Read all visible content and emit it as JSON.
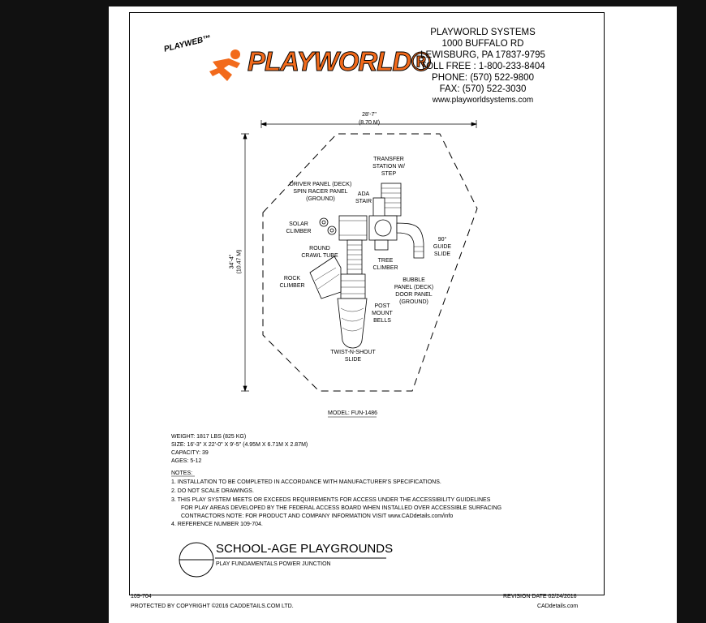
{
  "brand": {
    "tag": "PLAYWEB™",
    "logo_text": "PLAYWORLD®",
    "colors": {
      "logo": "#f26a1b",
      "ink": "#000000",
      "paper": "#ffffff",
      "background": "#111111"
    }
  },
  "company": {
    "name": "PLAYWORLD SYSTEMS",
    "street": "1000 BUFFALO RD",
    "city": "LEWISBURG, PA 17837-9795",
    "toll_free": "TOLL FREE : 1-800-233-8404",
    "phone": "PHONE: (570) 522-9800",
    "fax": "FAX: (570) 522-3030",
    "web": "www.playworldsystems.com"
  },
  "dimensions": {
    "width_ft": "28'-7\"",
    "width_m": "(8.70 M)",
    "height_ft": "34'-4\"",
    "height_m": "(10.47 M)"
  },
  "components": {
    "transfer": "TRANSFER STATION W/ STEP",
    "driver": "DRIVER PANEL (DECK) SPIN RACER PANEL (GROUND)",
    "ada": "ADA STAIR",
    "solar": "SOLAR CLIMBER",
    "guide": "90° GUIDE SLIDE",
    "round": "ROUND CRAWL TUBE",
    "tree": "TREE CLIMBER",
    "rock": "ROCK CLIMBER",
    "bubble": "BUBBLE PANEL (DECK) DOOR PANEL (GROUND)",
    "post": "POST MOUNT BELLS",
    "twist": "TWIST-N-SHOUT SLIDE"
  },
  "model": "MODEL: FUN-1486",
  "specs": {
    "weight": "WEIGHT: 1817 LBS (825 KG)",
    "size": "SIZE: 16'-3\" X 22'-0\" X 9'-5\" (4.95M X 6.71M X 2.87M)",
    "capacity": "CAPACITY: 39",
    "ages": "AGES: 5-12"
  },
  "notes": {
    "heading": "NOTES:",
    "n1": "1.  INSTALLATION TO BE COMPLETED IN ACCORDANCE WITH MANUFACTURER'S SPECIFICATIONS.",
    "n2": "2.  DO NOT SCALE DRAWINGS.",
    "n3a": "3.  THIS PLAY SYSTEM MEETS OR EXCEEDS REQUIREMENTS FOR ACCESS UNDER THE ACCESSIBILITY GUIDELINES",
    "n3b": "FOR PLAY AREAS DEVELOPED BY THE FEDERAL ACCESS BOARD WHEN INSTALLED OVER ACCESSIBLE SURFACING",
    "n3c": "CONTRACTORS NOTE: FOR PRODUCT AND COMPANY INFORMATION VISIT www.CADdetails.com/info",
    "n4": "4.  REFERENCE NUMBER 109-704."
  },
  "title_block": {
    "title": "SCHOOL-AGE PLAYGROUNDS",
    "subtitle": "PLAY FUNDAMENTALS POWER JUNCTION"
  },
  "footer": {
    "ref": "109-704",
    "revision": "REVISION DATE 02/24/2016",
    "copyright": "PROTECTED BY COPYRIGHT ©2016 CADDETAILS.COM LTD.",
    "site": "CADdetails.com"
  }
}
